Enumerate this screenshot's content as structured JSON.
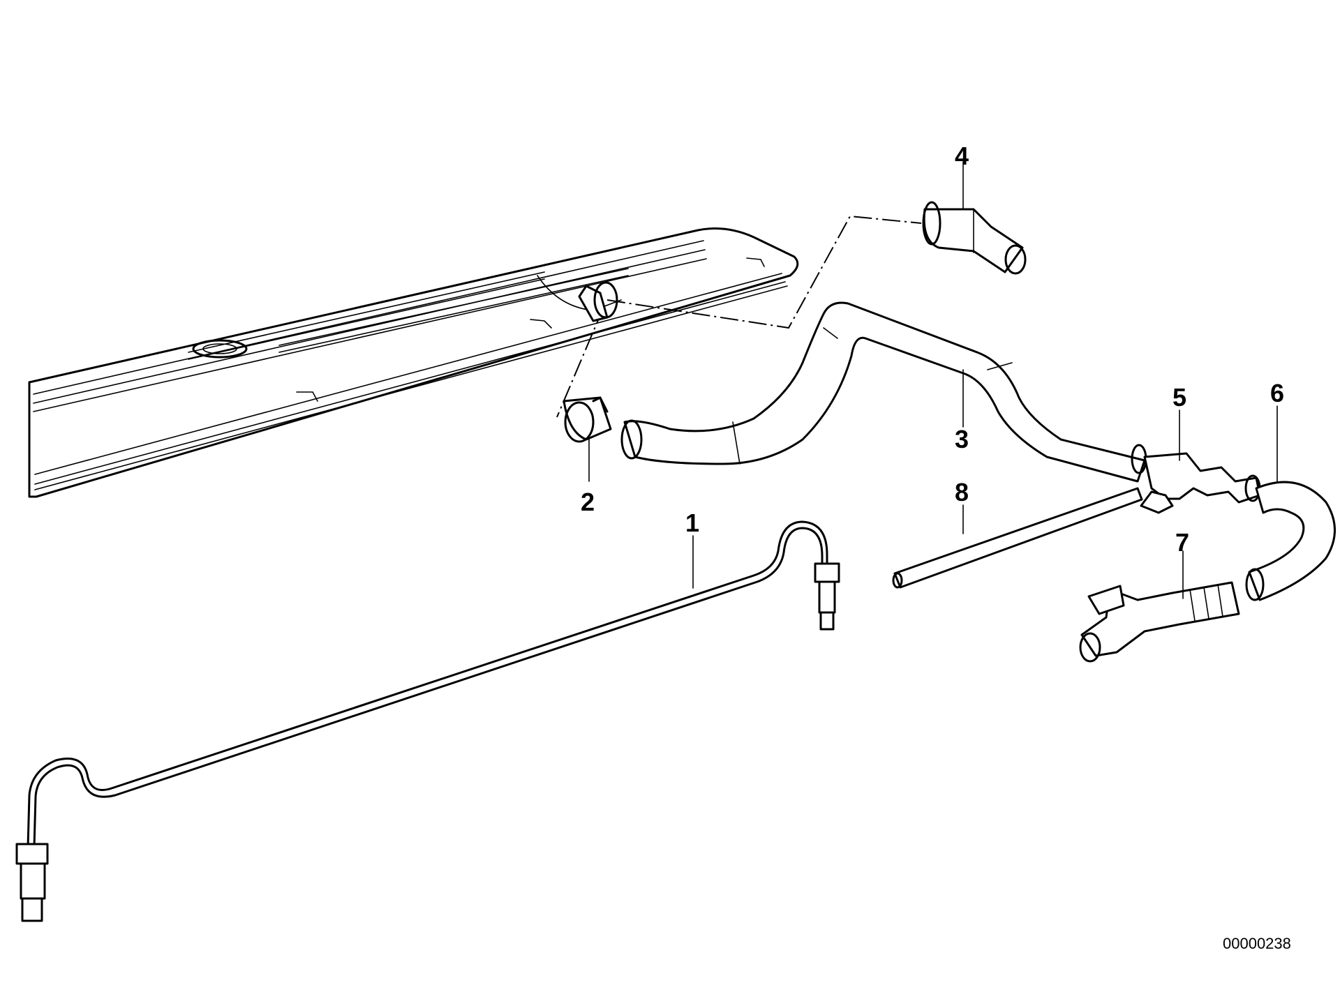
{
  "diagram": {
    "figure_id": "00000238",
    "callouts": [
      "1",
      "2",
      "3",
      "4",
      "5",
      "6",
      "7",
      "8"
    ]
  }
}
